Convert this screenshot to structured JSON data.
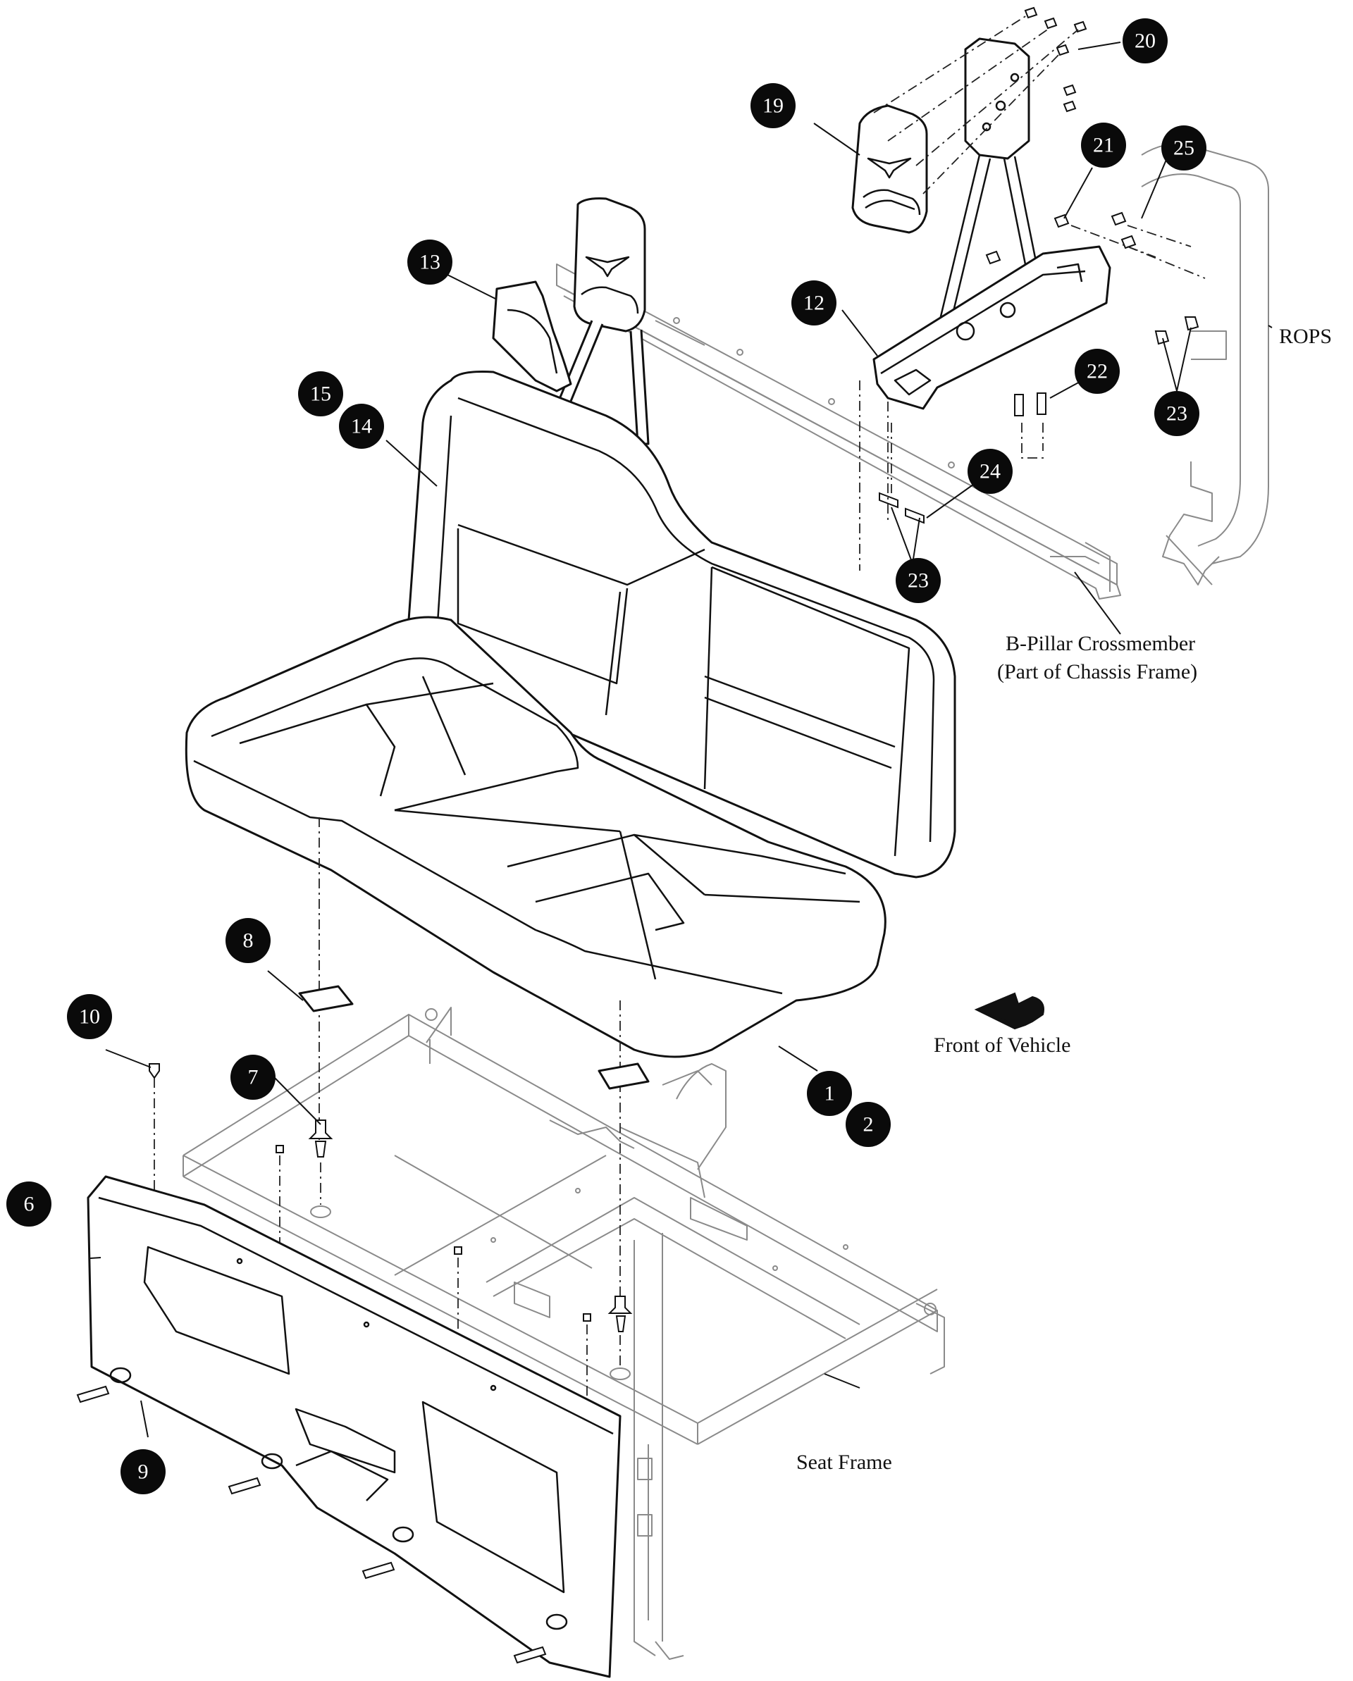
{
  "callouts": [
    {
      "id": "1",
      "label": "1"
    },
    {
      "id": "2",
      "label": "2"
    },
    {
      "id": "6",
      "label": "6"
    },
    {
      "id": "7",
      "label": "7"
    },
    {
      "id": "8",
      "label": "8"
    },
    {
      "id": "9",
      "label": "9"
    },
    {
      "id": "10",
      "label": "10"
    },
    {
      "id": "12",
      "label": "12"
    },
    {
      "id": "13",
      "label": "13"
    },
    {
      "id": "14",
      "label": "14"
    },
    {
      "id": "15",
      "label": "15"
    },
    {
      "id": "19",
      "label": "19"
    },
    {
      "id": "20",
      "label": "20"
    },
    {
      "id": "21",
      "label": "21"
    },
    {
      "id": "22",
      "label": "22"
    },
    {
      "id": "23a",
      "label": "23"
    },
    {
      "id": "23b",
      "label": "23"
    },
    {
      "id": "24",
      "label": "24"
    },
    {
      "id": "25",
      "label": "25"
    }
  ],
  "labels": {
    "rops": "ROPS",
    "b_pillar_line1": "B-Pillar Crossmember",
    "b_pillar_line2": "(Part of Chassis Frame)",
    "front_of_vehicle": "Front of Vehicle",
    "seat_frame": "Seat Frame"
  },
  "icons": {
    "front_arrow": "front-direction-arrow-icon",
    "headrest_logo": "wing-emblem-icon"
  },
  "colors": {
    "callout_fill": "#0a0a0a",
    "callout_text": "#ffffff",
    "line": "#111111",
    "ghost_line": "#8a8a8a"
  }
}
